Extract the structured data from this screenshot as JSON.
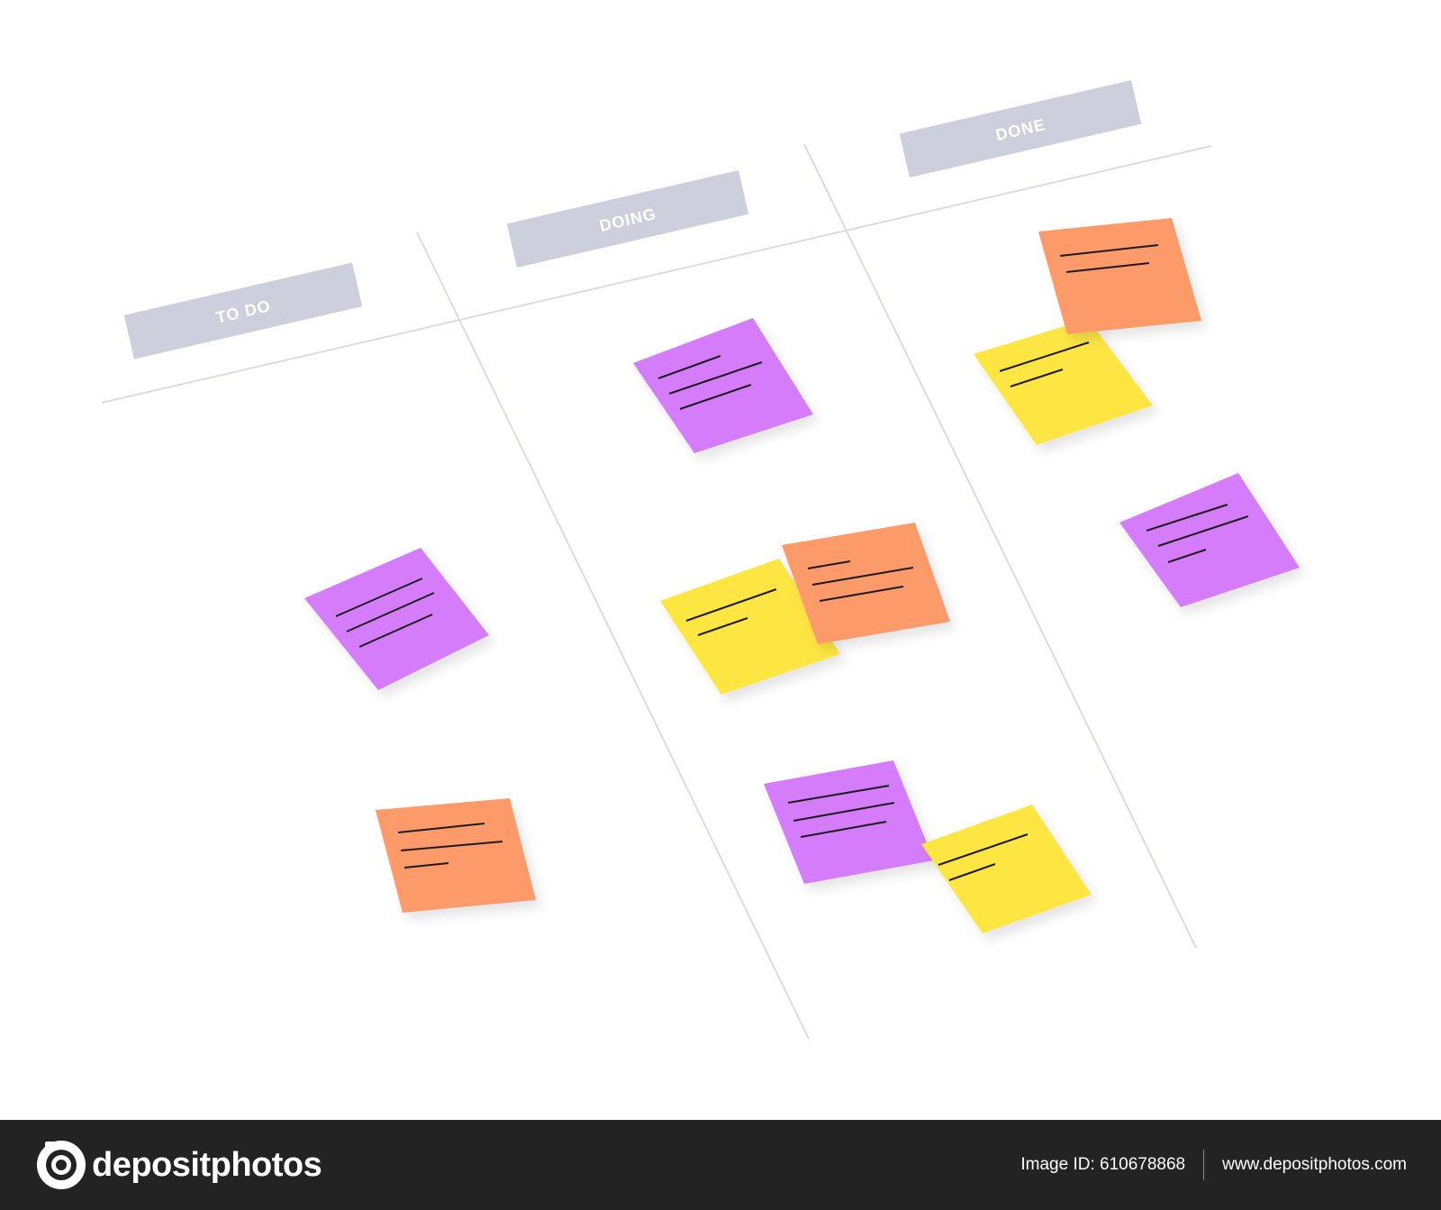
{
  "board": {
    "columns": [
      {
        "label": "TO DO",
        "notes": [
          "purple",
          "orange"
        ]
      },
      {
        "label": "DOING",
        "notes": [
          "purple",
          "yellow",
          "orange",
          "purple",
          "yellow"
        ]
      },
      {
        "label": "DONE",
        "notes": [
          "orange",
          "yellow",
          "purple"
        ]
      }
    ],
    "colors": {
      "header": "#cdd0dc",
      "grid_line": "#dadbe6",
      "purple": "#d47cf9",
      "orange": "#fc9a6a",
      "yellow": "#fde543",
      "note_lines": "#1e1e1e"
    }
  },
  "footer": {
    "brand": "depositphotos",
    "image_id": "Image ID: 610678868",
    "url": "www.depositphotos.com",
    "icon": "camera-aperture-icon"
  }
}
